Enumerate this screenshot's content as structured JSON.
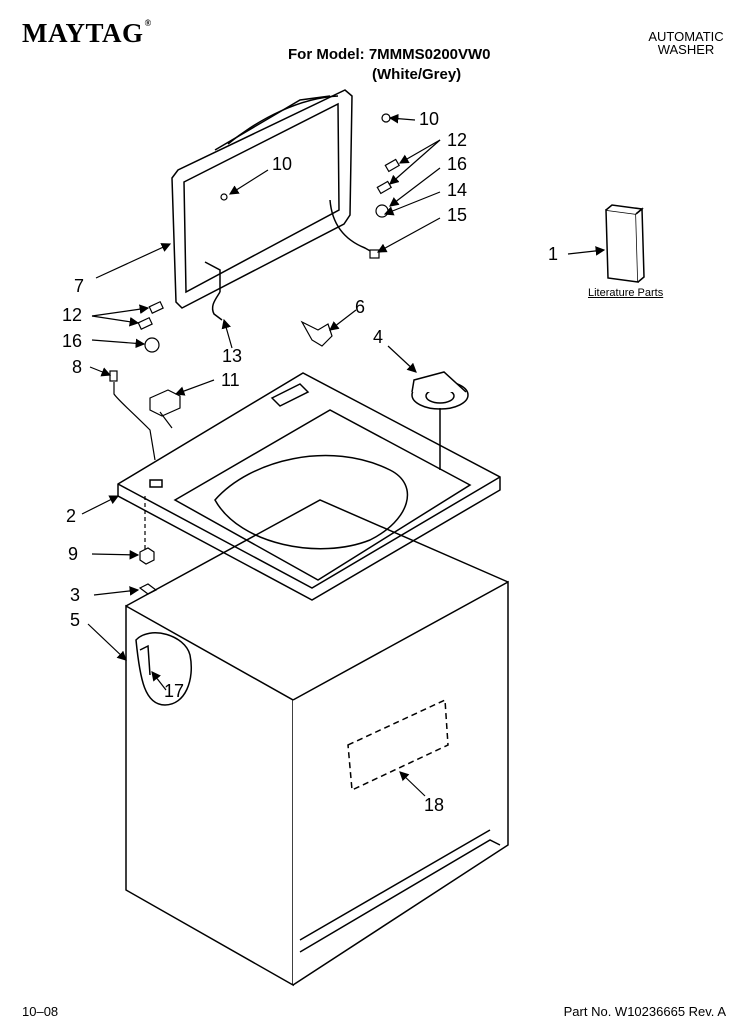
{
  "header": {
    "brand": "MAYTAG",
    "brand_mark": "®",
    "model_line": "For Model: 7MMMS0200VW0",
    "variant": "(White/Grey)",
    "appliance_line1": "AUTOMATIC",
    "appliance_line2": "WASHER"
  },
  "literature_label": "Literature Parts",
  "callouts": [
    "10",
    "12",
    "16",
    "14",
    "15",
    "10",
    "1",
    "7",
    "12",
    "16",
    "13",
    "6",
    "4",
    "8",
    "11",
    "2",
    "9",
    "3",
    "5",
    "17",
    "18"
  ],
  "footer": {
    "date": "10–08",
    "part_number": "Part No. W10236665 Rev. A"
  }
}
